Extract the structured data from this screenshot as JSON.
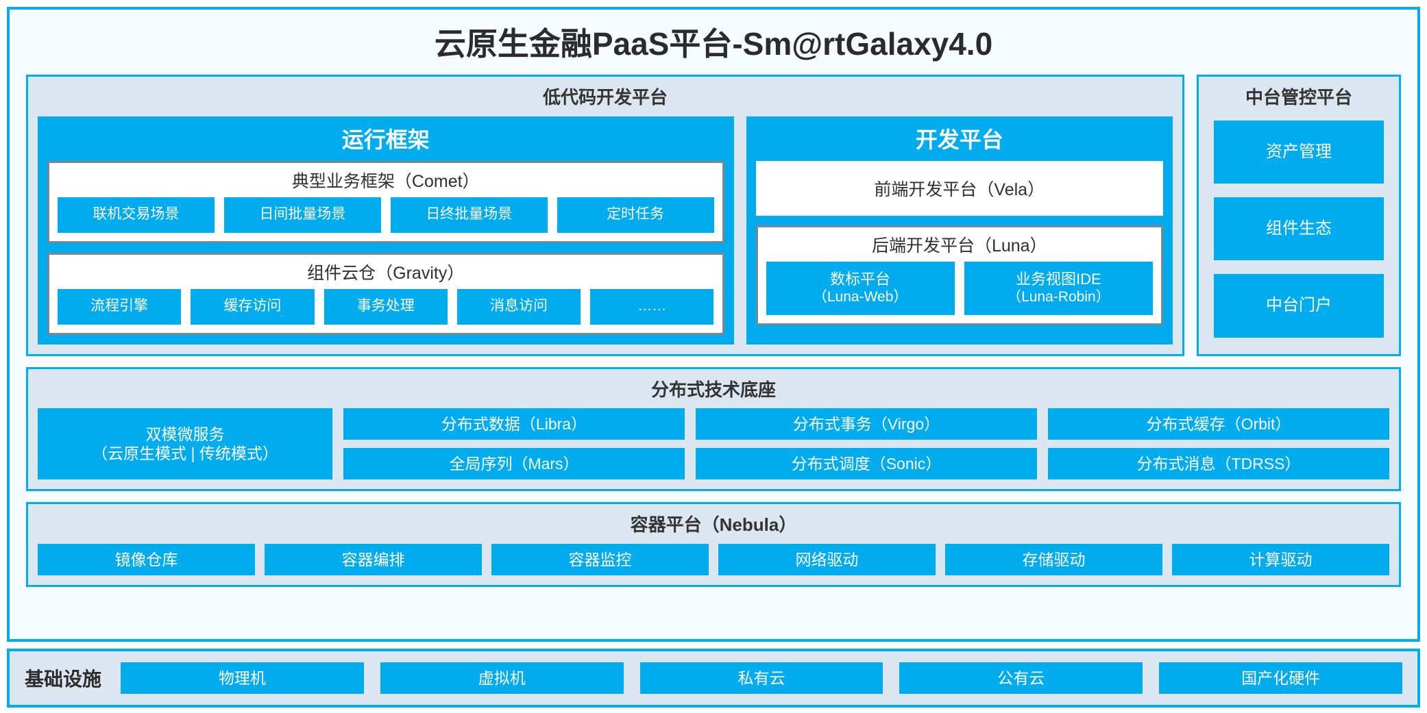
{
  "title": "云原生金融PaaS平台-Sm@rtGalaxy4.0",
  "colors": {
    "accent_blue": "#00AEEF",
    "tile_blue": "#00ACEE",
    "panel_bg": "#DCE6F1",
    "frame_bg": "#F5FBFE",
    "box_border_gray": "#7C8794"
  },
  "lowcode": {
    "title": "低代码开发平台",
    "runtime": {
      "title": "运行框架",
      "comet": {
        "title": "典型业务框架（Comet）",
        "items": [
          "联机交易场景",
          "日间批量场景",
          "日终批量场景",
          "定时任务"
        ]
      },
      "gravity": {
        "title": "组件云仓（Gravity）",
        "items": [
          "流程引擎",
          "缓存访问",
          "事务处理",
          "消息访问",
          "……"
        ]
      }
    },
    "devplatform": {
      "title": "开发平台",
      "frontend": "前端开发平台（Vela）",
      "backend": {
        "title": "后端开发平台（Luna）",
        "items": [
          {
            "name": "数标平台",
            "code": "（Luna-Web）"
          },
          {
            "name": "业务视图IDE",
            "code": "（Luna-Robin）"
          }
        ]
      }
    }
  },
  "midoffice": {
    "title": "中台管控平台",
    "items": [
      "资产管理",
      "组件生态",
      "中台门户"
    ]
  },
  "distributed": {
    "title": "分布式技术底座",
    "dual_mode": {
      "line1": "双模微服务",
      "line2": "（云原生模式 | 传统模式）"
    },
    "pairs": [
      [
        "分布式数据（Libra）",
        "全局序列（Mars）"
      ],
      [
        "分布式事务（Virgo）",
        "分布式调度（Sonic）"
      ],
      [
        "分布式缓存（Orbit）",
        "分布式消息（TDRSS）"
      ]
    ]
  },
  "container": {
    "title": "容器平台（Nebula）",
    "items": [
      "镜像仓库",
      "容器编排",
      "容器监控",
      "网络驱动",
      "存储驱动",
      "计算驱动"
    ]
  },
  "infrastructure": {
    "label": "基础设施",
    "items": [
      "物理机",
      "虚拟机",
      "私有云",
      "公有云",
      "国产化硬件"
    ]
  }
}
